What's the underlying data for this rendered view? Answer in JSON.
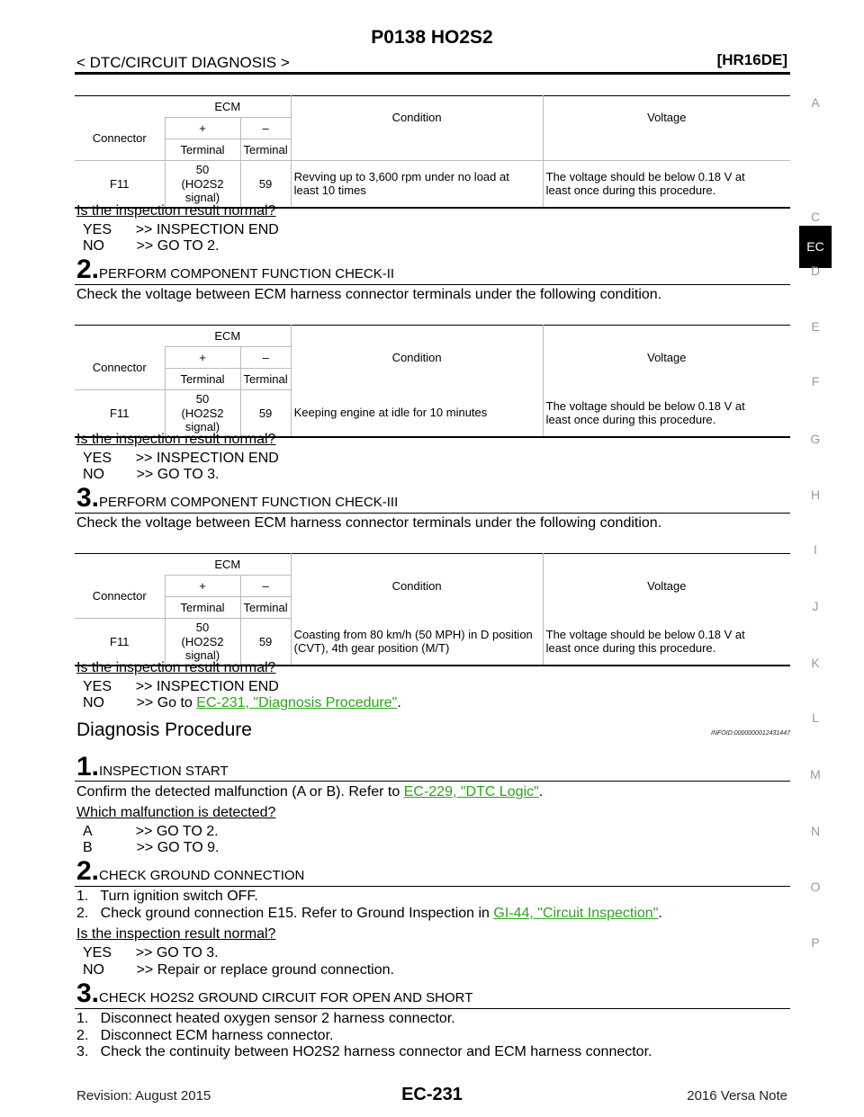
{
  "header": {
    "title": "P0138 HO2S2",
    "section": "< DTC/CIRCUIT DIAGNOSIS >",
    "engine": "[HR16DE]"
  },
  "sidebar": {
    "letters": [
      "A",
      "C",
      "D",
      "E",
      "F",
      "G",
      "H",
      "I",
      "J",
      "K",
      "L",
      "M",
      "N",
      "O",
      "P"
    ],
    "active": "EC"
  },
  "table_headers": {
    "ecm": "ECM",
    "connector": "Connector",
    "plus": "+",
    "minus": "–",
    "terminal": "Terminal",
    "condition": "Condition",
    "voltage": "Voltage"
  },
  "tables": [
    {
      "connector": "F11",
      "plus_num": "50",
      "plus_sig": "(HO2S2 signal)",
      "minus": "59",
      "condition_l1": "Revving up to 3,600 rpm under no load at",
      "condition_l2": "least 10 times",
      "voltage_l1": "The voltage should be below 0.18 V at",
      "voltage_l2": "least once during this procedure."
    },
    {
      "connector": "F11",
      "plus_num": "50",
      "plus_sig": "(HO2S2 signal)",
      "minus": "59",
      "condition_l1": "Keeping engine at idle for 10 minutes",
      "condition_l2": "",
      "voltage_l1": "The voltage should be below 0.18 V at",
      "voltage_l2": "least once during this procedure."
    },
    {
      "connector": "F11",
      "plus_num": "50",
      "plus_sig": "(HO2S2 signal)",
      "minus": "59",
      "condition_l1": "Coasting from 80 km/h (50 MPH) in D position",
      "condition_l2": "(CVT), 4th gear position (M/T)",
      "voltage_l1": "The voltage should be below 0.18 V at",
      "voltage_l2": "least once during this procedure."
    }
  ],
  "text": {
    "inspection_q": "Is the inspection result normal?",
    "yes_end": "YES      >> INSPECTION END",
    "no_goto2": "NO        >> GO TO 2.",
    "step2_num": "2.",
    "step2_title": "PERFORM COMPONENT FUNCTION CHECK-II",
    "check_voltage": "Check the voltage between ECM harness connector terminals under the following condition.",
    "no_goto3": "NO        >> GO TO 3.",
    "step3_num": "3.",
    "step3_title": "PERFORM COMPONENT FUNCTION CHECK-III",
    "no_goto_pre": "NO        >> Go to ",
    "no_goto_link": "EC-231, \"Diagnosis Procedure\"",
    "period": ".",
    "diag_heading": "Diagnosis Procedure",
    "info_id": "INFOID:0000000012431447",
    "d1_num": "1.",
    "d1_title": "INSPECTION START",
    "confirm_pre": "Confirm the detected malfunction (A or B). Refer to ",
    "confirm_link": "EC-229, \"DTC Logic\"",
    "which_q": "Which malfunction is detected?",
    "a_goto": "A           >> GO TO 2.",
    "b_goto": "B           >> GO TO 9.",
    "d2_num": "2.",
    "d2_title": "CHECK GROUND CONNECTION",
    "d2_item1": "1.   Turn ignition switch OFF.",
    "d2_item2_pre": "2.   Check ground connection E15. Refer to Ground Inspection in ",
    "d2_item2_link": "GI-44, \"Circuit Inspection\"",
    "yes_goto3": "YES      >> GO TO 3.",
    "no_repair": "NO        >> Repair or replace ground connection.",
    "d3_num": "3.",
    "d3_title": "CHECK HO2S2 GROUND CIRCUIT FOR OPEN AND SHORT",
    "d3_item1": "1.   Disconnect heated oxygen sensor 2 harness connector.",
    "d3_item2": "2.   Disconnect ECM harness connector.",
    "d3_item3": "3.   Check the continuity between HO2S2 harness connector and ECM harness connector."
  },
  "footer": {
    "revision": "Revision: August 2015",
    "page": "EC-231",
    "model": "2016 Versa Note"
  }
}
